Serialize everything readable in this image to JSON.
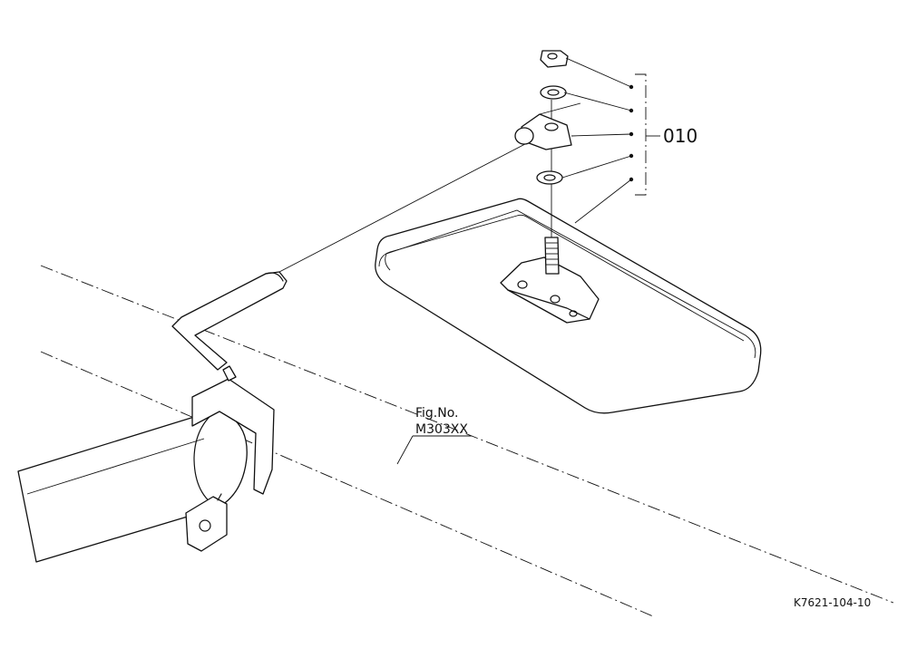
{
  "diagram": {
    "callout_number": "010",
    "figure_ref_line1": "Fig.No.",
    "figure_ref_line2": "M303XX",
    "drawing_code": "K7621-104-10"
  },
  "colors": {
    "ink": "#111111",
    "paper": "#ffffff"
  }
}
